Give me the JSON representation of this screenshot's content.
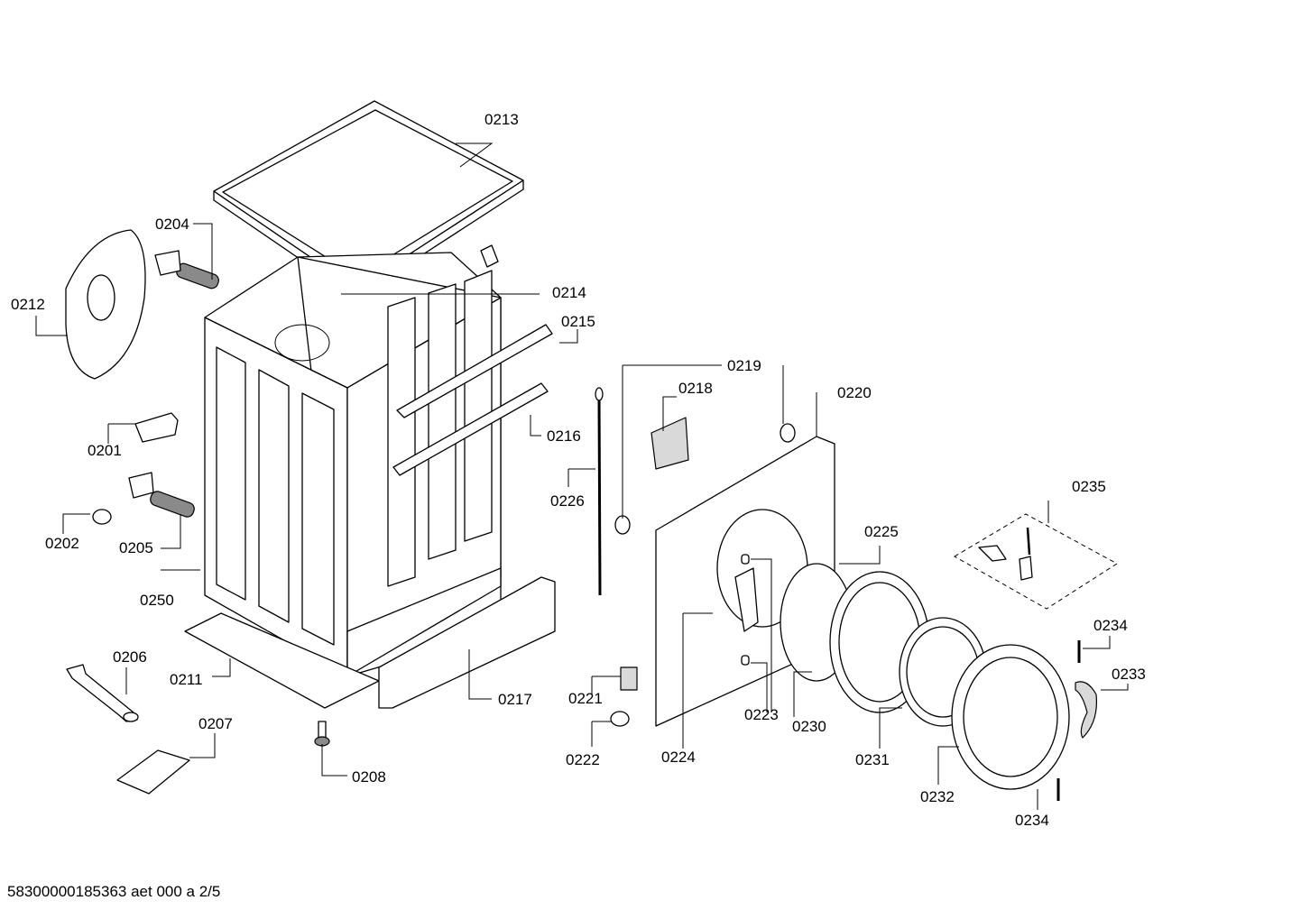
{
  "callouts": [
    {
      "id": "0213",
      "text": "0213"
    },
    {
      "id": "0204",
      "text": "0204"
    },
    {
      "id": "0212",
      "text": "0212"
    },
    {
      "id": "0214",
      "text": "0214"
    },
    {
      "id": "0215",
      "text": "0215"
    },
    {
      "id": "0219",
      "text": "0219"
    },
    {
      "id": "0218",
      "text": "0218"
    },
    {
      "id": "0220",
      "text": "0220"
    },
    {
      "id": "0201",
      "text": "0201"
    },
    {
      "id": "0216",
      "text": "0216"
    },
    {
      "id": "0226",
      "text": "0226"
    },
    {
      "id": "0235",
      "text": "0235"
    },
    {
      "id": "0202",
      "text": "0202"
    },
    {
      "id": "0205",
      "text": "0205"
    },
    {
      "id": "0225",
      "text": "0225"
    },
    {
      "id": "0250",
      "text": "0250"
    },
    {
      "id": "0234a",
      "text": "0234"
    },
    {
      "id": "0206",
      "text": "0206"
    },
    {
      "id": "0211",
      "text": "0211"
    },
    {
      "id": "0233",
      "text": "0233"
    },
    {
      "id": "0221",
      "text": "0221"
    },
    {
      "id": "0217",
      "text": "0217"
    },
    {
      "id": "0223",
      "text": "0223"
    },
    {
      "id": "0207",
      "text": "0207"
    },
    {
      "id": "0230",
      "text": "0230"
    },
    {
      "id": "0224",
      "text": "0224"
    },
    {
      "id": "0222",
      "text": "0222"
    },
    {
      "id": "0231",
      "text": "0231"
    },
    {
      "id": "0208",
      "text": "0208"
    },
    {
      "id": "0232",
      "text": "0232"
    },
    {
      "id": "0234b",
      "text": "0234"
    }
  ],
  "footer": {
    "text": "58300000185363 aet 000 a 2/5"
  }
}
